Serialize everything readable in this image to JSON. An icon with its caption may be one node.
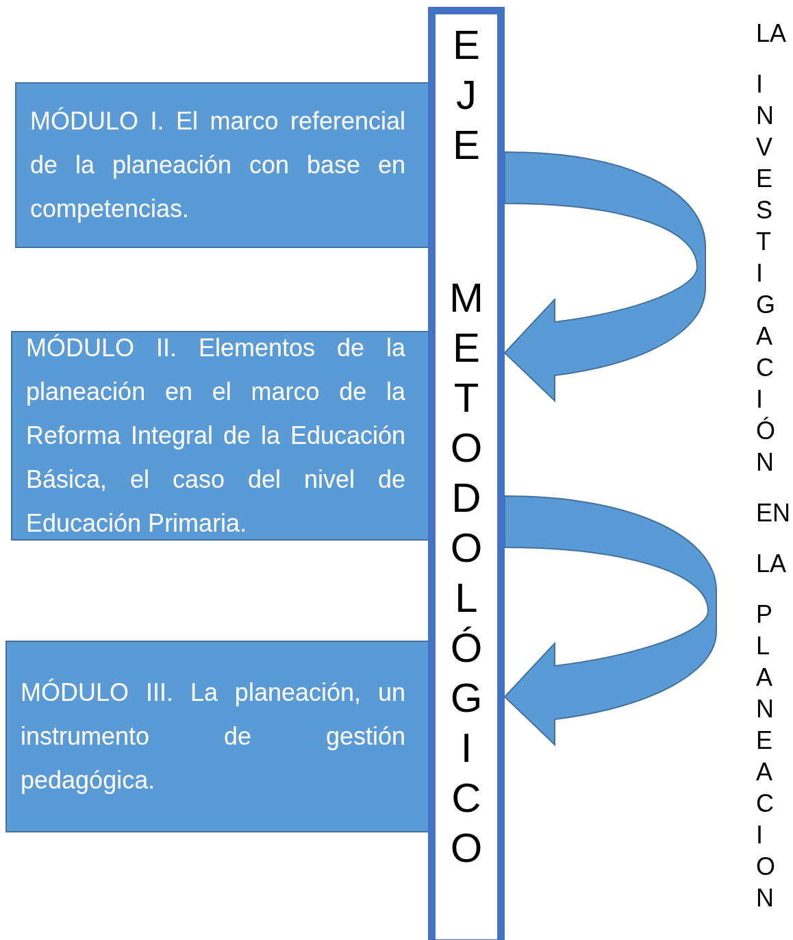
{
  "diagram": {
    "nodes": [
      {
        "text": [
          "MÓDULO I. El marco referencial de la planeación con base en competencias."
        ]
      },
      {
        "text": [
          "MÓDULO II. Elementos de la planeación en el marco de la Reforma Integral de la Educación Básica, el caso del nivel de Educación Primaria."
        ]
      },
      {
        "text": [
          "MÓDULO III. La planeación, un instrumento de gestión pedagógica."
        ]
      },
      {
        "text": [
          "EJE METODOLÓGICO"
        ]
      }
    ],
    "edges": [
      {
        "from": 3,
        "to": 3,
        "arrow": "to"
      },
      {
        "from": 3,
        "to": 3,
        "arrow": "to"
      }
    ],
    "labels": [
      "LA INVESTIGACIÓN EN LA PLANEACION"
    ]
  }
}
